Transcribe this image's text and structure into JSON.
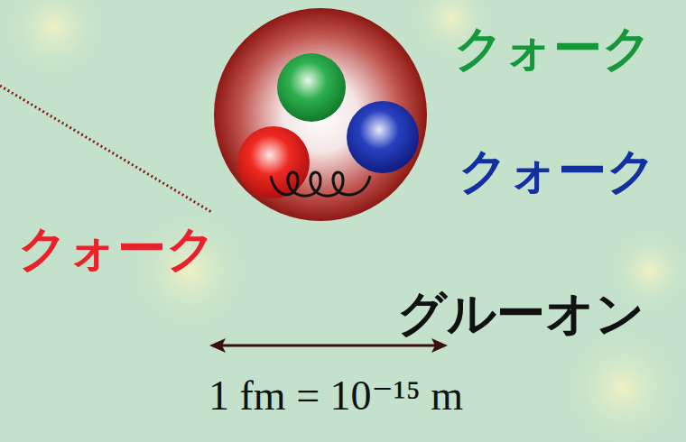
{
  "diagram": {
    "labels": [
      "クォーク",
      "クォーク",
      "クォーク",
      "グルーオン",
      "1 fm = 10⁻¹⁵ m"
    ]
  }
}
